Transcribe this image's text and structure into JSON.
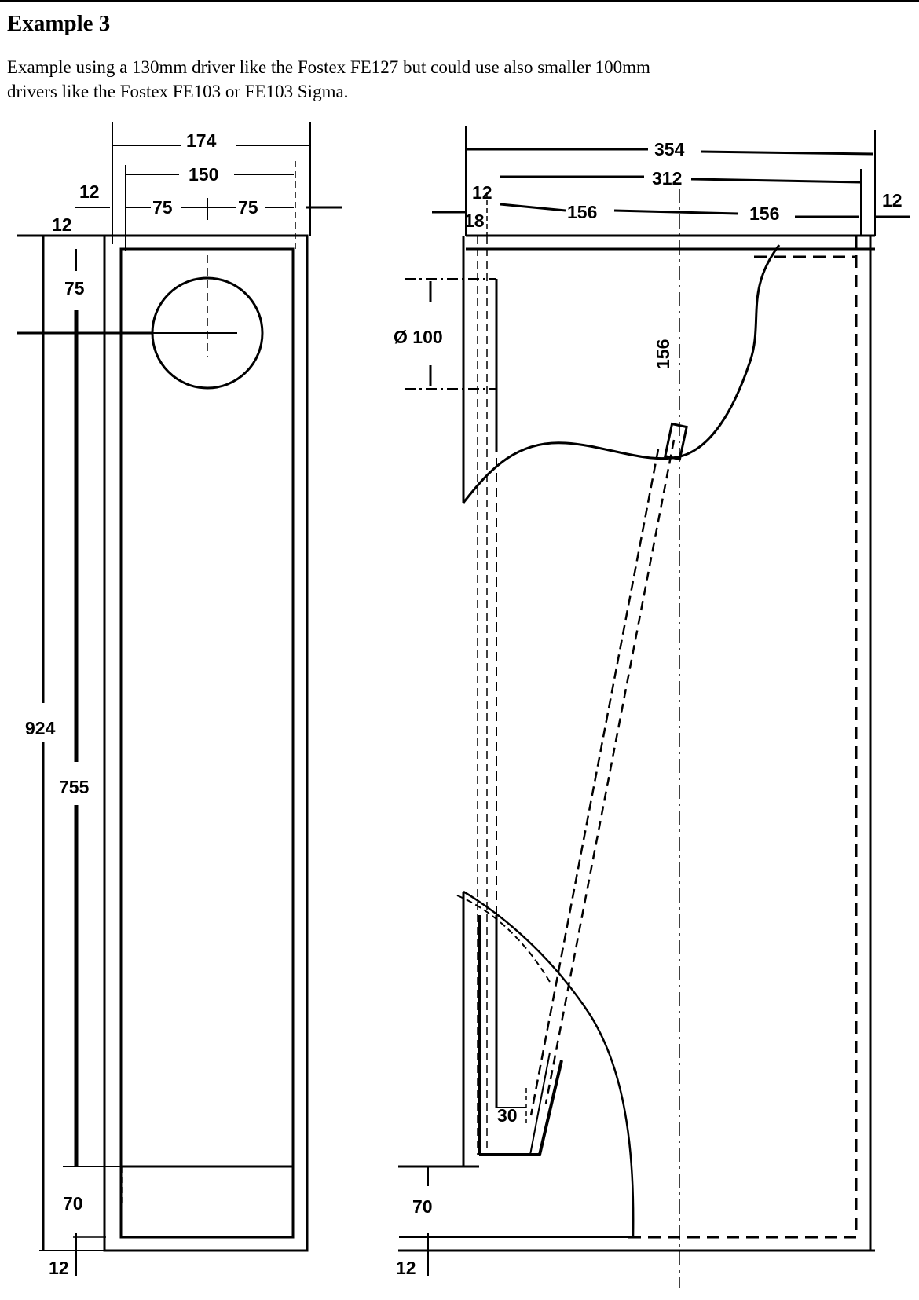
{
  "page": {
    "title": "Example 3",
    "intro_lines": [
      "Example using a 130mm driver like the Fostex FE127 but could use also smaller 100mm",
      "drivers like the Fostex FE103 or FE103 Sigma."
    ]
  },
  "front_view": {
    "dims": {
      "overall_width": "174",
      "inner_width": "150",
      "half_left": "75",
      "half_right": "75",
      "side_panel": "12",
      "top_panel": "12",
      "driver_offset": "75",
      "overall_height": "924",
      "inner_height": "755",
      "plinth": "70",
      "bottom_panel": "12"
    }
  },
  "side_view": {
    "dims": {
      "overall_depth": "354",
      "inner_depth": "312",
      "front_panel": "12",
      "baffle": "18",
      "half_front": "156",
      "half_back": "156",
      "back_panel": "12",
      "port_diameter": "Ø 100",
      "center_line": "156",
      "slot": "30",
      "plinth": "70",
      "bottom_panel": "12"
    }
  }
}
